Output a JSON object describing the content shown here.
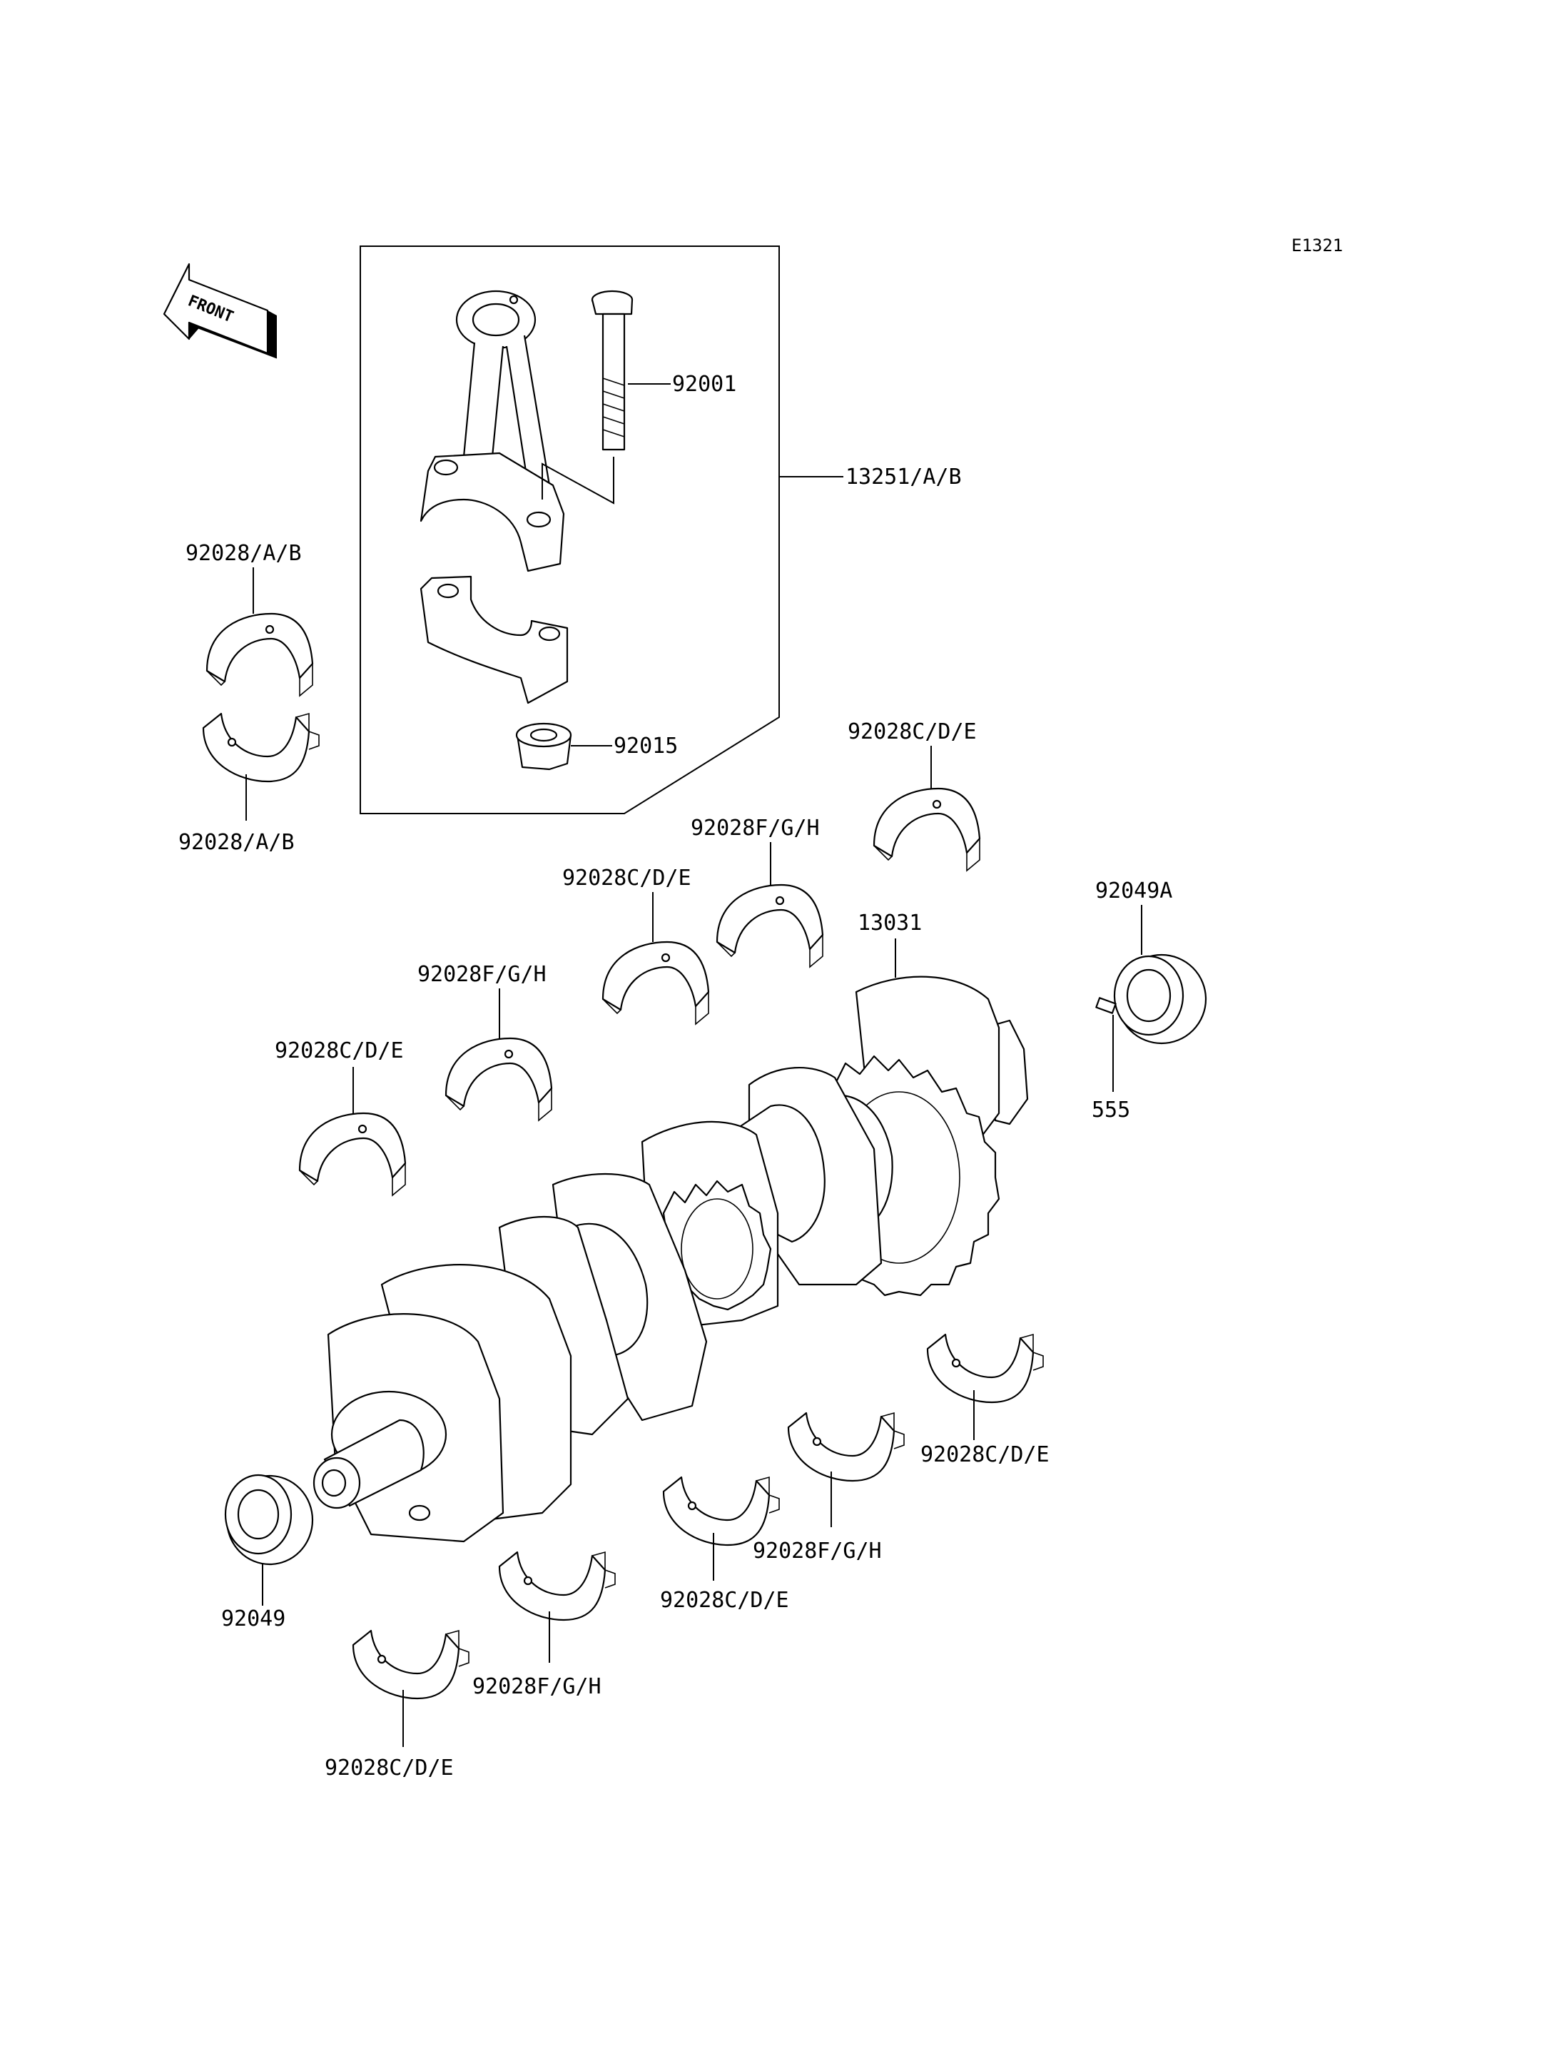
{
  "diagram": {
    "code": "E1321",
    "front_label": "FRONT",
    "labels": {
      "bolt": "92001",
      "conrod_assy": "13251/A/B",
      "nut": "92015",
      "conrod_bearing_upper": "92028/A/B",
      "conrod_bearing_lower": "92028/A/B",
      "main_bearing_1": "92028C/D/E",
      "main_bearing_2": "92028F/G/H",
      "main_bearing_3": "92028C/D/E",
      "main_bearing_4": "92028F/G/H",
      "main_bearing_5": "92028C/D/E",
      "crankshaft": "13031",
      "oil_seal_right": "92049A",
      "pin": "555",
      "lower_bearing_1": "92028C/D/E",
      "lower_bearing_2": "92028F/G/H",
      "lower_bearing_3": "92028C/D/E",
      "lower_bearing_4": "92028F/G/H",
      "lower_bearing_5": "92028C/D/E",
      "oil_seal_left": "92049"
    }
  }
}
